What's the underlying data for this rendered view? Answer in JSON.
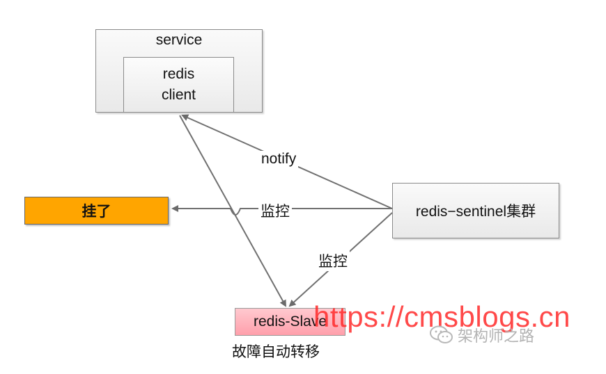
{
  "nodes": {
    "service": {
      "label": "service"
    },
    "client": {
      "line1": "redis",
      "line2": "client"
    },
    "sentinel": {
      "label": "redis−sentinel集群"
    },
    "down": {
      "label": "挂了"
    },
    "slave": {
      "label": "redis-Slave"
    }
  },
  "edges": {
    "notify": {
      "label": "notify"
    },
    "monitor_master": {
      "label": "监控"
    },
    "monitor_slave": {
      "label": "监控"
    }
  },
  "failover": {
    "label": "故障自动转移"
  },
  "watermark": {
    "url": "https://cmsblogs.cn",
    "wechat_text": "架构师之路",
    "icon": "wechat-icon"
  },
  "colors": {
    "down_fill": "#ffa500",
    "slave_fill": "#ffb3bc",
    "watermark_red": "#ff2a2a",
    "arrow": "#707070"
  }
}
